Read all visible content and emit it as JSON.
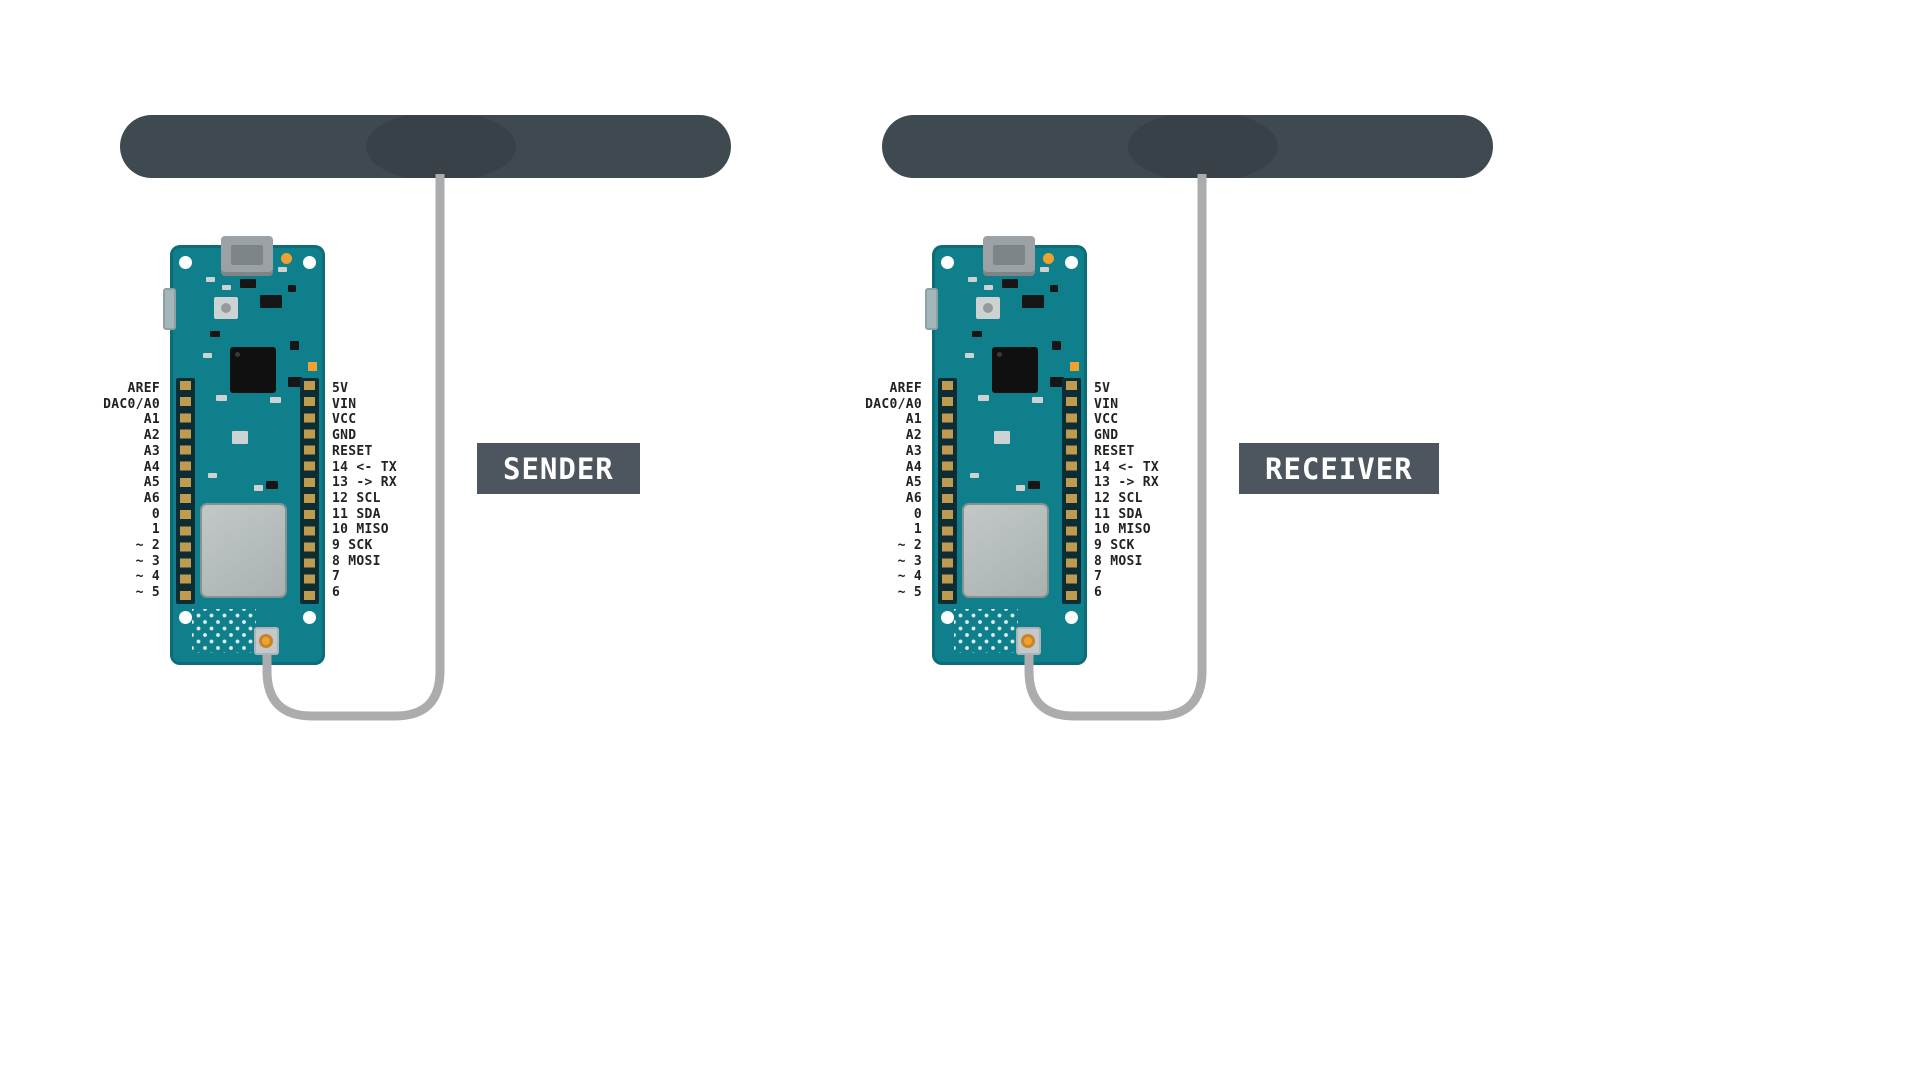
{
  "colors": {
    "background": "#ffffff",
    "pcb": "#0e7f8b",
    "antenna": "#3e4950",
    "label_box": "#4d565e",
    "label_text": "#ffffff",
    "cable": "#aaacae",
    "pad_gold": "#bf9b4f",
    "pin_text": "#222222"
  },
  "modules": [
    {
      "id": "sender",
      "label": "SENDER",
      "pins_left": [
        "AREF",
        "DAC0/A0",
        "A1",
        "A2",
        "A3",
        "A4",
        "A5",
        "A6",
        "0",
        "1",
        "~ 2",
        "~ 3",
        "~ 4",
        "~ 5"
      ],
      "pins_right": [
        "5V",
        "VIN",
        "VCC",
        "GND",
        "RESET",
        "14 <- TX",
        "13 -> RX",
        "12 SCL",
        "11 SDA",
        "10 MISO",
        "9 SCK",
        "8 MOSI",
        "7",
        "6"
      ]
    },
    {
      "id": "receiver",
      "label": "RECEIVER",
      "pins_left": [
        "AREF",
        "DAC0/A0",
        "A1",
        "A2",
        "A3",
        "A4",
        "A5",
        "A6",
        "0",
        "1",
        "~ 2",
        "~ 3",
        "~ 4",
        "~ 5"
      ],
      "pins_right": [
        "5V",
        "VIN",
        "VCC",
        "GND",
        "RESET",
        "14 <- TX",
        "13 -> RX",
        "12 SCL",
        "11 SDA",
        "10 MISO",
        "9 SCK",
        "8 MOSI",
        "7",
        "6"
      ]
    }
  ]
}
